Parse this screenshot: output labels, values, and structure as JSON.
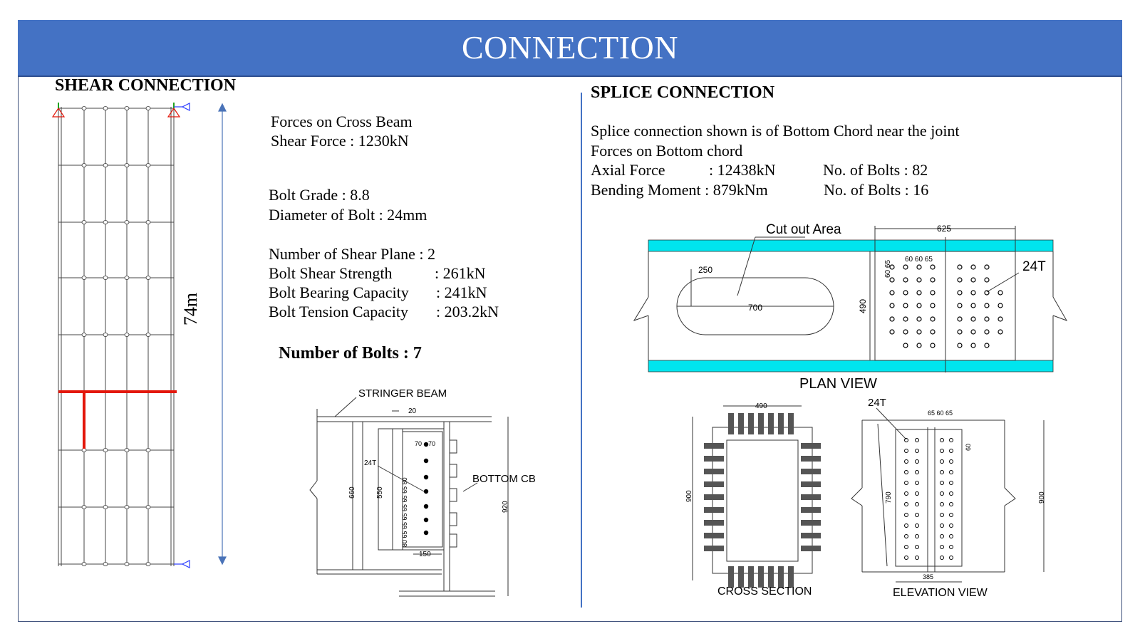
{
  "banner": {
    "title": "CONNECTION"
  },
  "shear": {
    "heading": "SHEAR CONNECTION",
    "length_label": "74m",
    "forces_title": "Forces on Cross Beam",
    "shear_force": "Shear Force : 1230kN",
    "bolt_grade": "Bolt Grade : 8.8",
    "bolt_diameter": "Diameter of Bolt : 24mm",
    "shear_plane": "Number of Shear Plane : 2",
    "shear_strength_label": "Bolt Shear Strength",
    "shear_strength_value": ": 261kN",
    "bearing_label": "Bolt Bearing Capacity",
    "bearing_value": ": 241kN",
    "tension_label": "Bolt Tension Capacity",
    "tension_value": ": 203.2kN",
    "number_of_bolts": "Number of Bolts : 7",
    "detail": {
      "stringer_label": "STRINGER BEAM",
      "bottom_cb_label": "BOTTOM CB",
      "bolt_label": "24T",
      "dim_20": "20",
      "dim_660": "660",
      "dim_550": "550",
      "dim_920": "920",
      "dim_150": "150",
      "dim_70a": "70",
      "dim_70b": "70",
      "pitch_text": "80 65 65 65 65 65 65 80"
    }
  },
  "splice": {
    "heading": "SPLICE CONNECTION",
    "line1": "Splice connection shown is of Bottom Chord near the joint",
    "line2": "Forces on Bottom chord",
    "axial_label": "Axial Force",
    "axial_value": ": 12438kN",
    "axial_bolts": "No. of Bolts : 82",
    "moment_label": "Bending Moment : 879kNm",
    "moment_bolts": "No. of Bolts : 16",
    "plan": {
      "cutout_label": "Cut out Area",
      "dim_625": "625",
      "dim_250": "250",
      "dim_700": "700",
      "dim_490": "490",
      "pitch_top": "60 60 65",
      "pitch_side": "60 65",
      "bolt_label": "24T",
      "view_label": "PLAN VIEW"
    },
    "cross": {
      "dim_490": "490",
      "dim_900": "900",
      "view_label": "CROSS SECTION"
    },
    "elev": {
      "bolt_label": "24T",
      "pitch_top": "65 60 65",
      "dim_60": "60",
      "dim_790": "790",
      "dim_900": "900",
      "dim_385": "385",
      "view_label": "ELEVATION VIEW"
    }
  },
  "colors": {
    "banner": "#4472c4",
    "divider": "#4472c4",
    "flange": "#00e5ee",
    "member": "#e3170a",
    "support": "#2a3cff"
  },
  "icons": {
    "pin_support": "support-triangle-icon",
    "roller_support": "support-roller-icon"
  }
}
